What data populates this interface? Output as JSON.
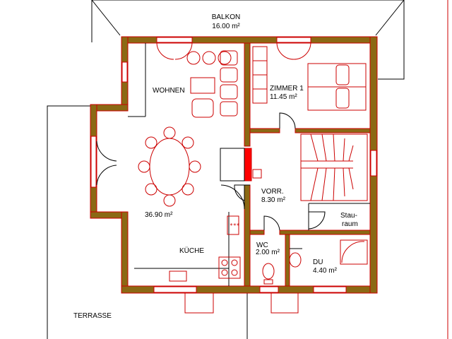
{
  "colors": {
    "wall": "#8b6914",
    "wall_outline": "#cc0000",
    "furniture": "#cc0000",
    "chimney": "#ff0000",
    "thin_line": "#000000",
    "window": "#8b6914"
  },
  "rooms": {
    "balkon": {
      "name": "BALKON",
      "area": "16.00 m²"
    },
    "wohnen": {
      "name": "WOHNEN"
    },
    "zimmer1": {
      "name": "ZIMMER 1",
      "area": "11.45 m²"
    },
    "wohnen_area": {
      "area": "36.90 m²"
    },
    "vorr": {
      "name": "VORR.",
      "area": "8.30 m²"
    },
    "stauraum": {
      "line1": "Stau-",
      "line2": "raum"
    },
    "kueche": {
      "name": "KÜCHE"
    },
    "wc": {
      "name": "WC",
      "area": "2.00 m²"
    },
    "du": {
      "name": "DU",
      "area": "4.40 m²"
    },
    "terrasse": {
      "name": "TERRASSE"
    }
  }
}
